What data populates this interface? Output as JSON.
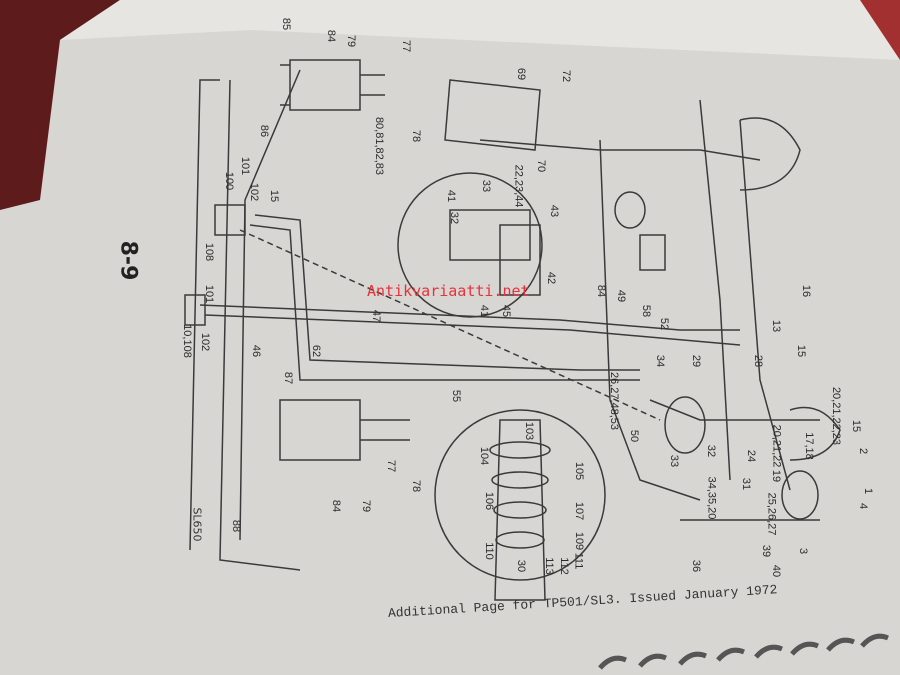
{
  "page": {
    "page_number": "8-9",
    "figure_code": "SL650",
    "footer": "Additional Page for TP501/SL3.  Issued January 1972",
    "watermark": "Antikvariaatti.net"
  },
  "labels": [
    "85",
    "84",
    "79",
    "77",
    "78",
    "86",
    "80,81,82,83",
    "15",
    "102",
    "101",
    "100",
    "108",
    "101",
    "102",
    "10,108",
    "46",
    "62",
    "47",
    "87",
    "55",
    "77",
    "78",
    "84",
    "79",
    "88",
    "69",
    "72",
    "70",
    "33",
    "41",
    "32",
    "22,23,44",
    "43",
    "42",
    "45",
    "41",
    "84",
    "49",
    "58",
    "52",
    "34",
    "29",
    "28",
    "13",
    "15",
    "16",
    "26,27,48,53",
    "50",
    "33",
    "32",
    "34,35,20",
    "103",
    "104",
    "105",
    "106",
    "107",
    "109",
    "110",
    "111",
    "112",
    "113",
    "30",
    "24",
    "31",
    "25,26,27",
    "20,21,22",
    "17,18",
    "19",
    "15",
    "20,21,22,23",
    "36",
    "39",
    "40",
    "3",
    "2",
    "1",
    "4"
  ],
  "colors": {
    "page": "#d9d8d6",
    "ink": "#3a3a3a",
    "binding_background": "#6b1f1f",
    "watermark": "#e8323a"
  }
}
